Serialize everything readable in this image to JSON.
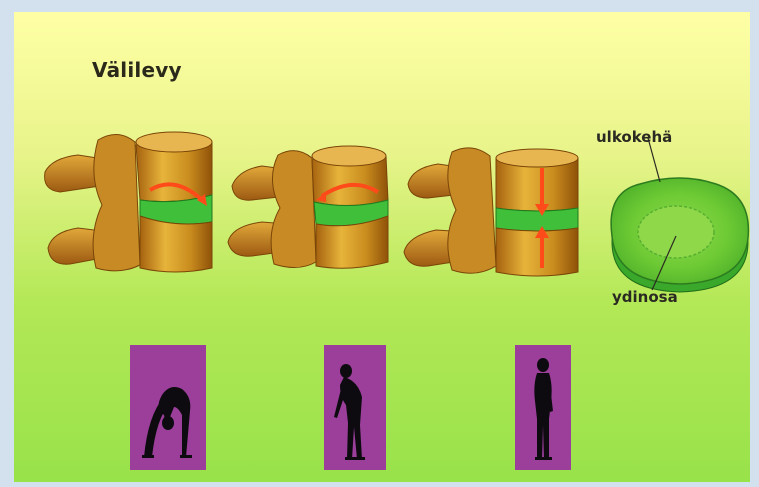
{
  "title": "Välilevy",
  "disc_labels": {
    "outer": "ulkokehä",
    "nucleus": "ydinosa"
  },
  "colors": {
    "background_top": "#ffffa6",
    "background_bottom": "#98e24a",
    "vertebra": "#c4861a",
    "disc": "#3fbf3a",
    "arrow": "#ff4a1a",
    "card": "#9b3f9a",
    "silhouette": "#0d0b10"
  },
  "postures": [
    "bending-forward",
    "slight-forward-lean",
    "upright"
  ]
}
